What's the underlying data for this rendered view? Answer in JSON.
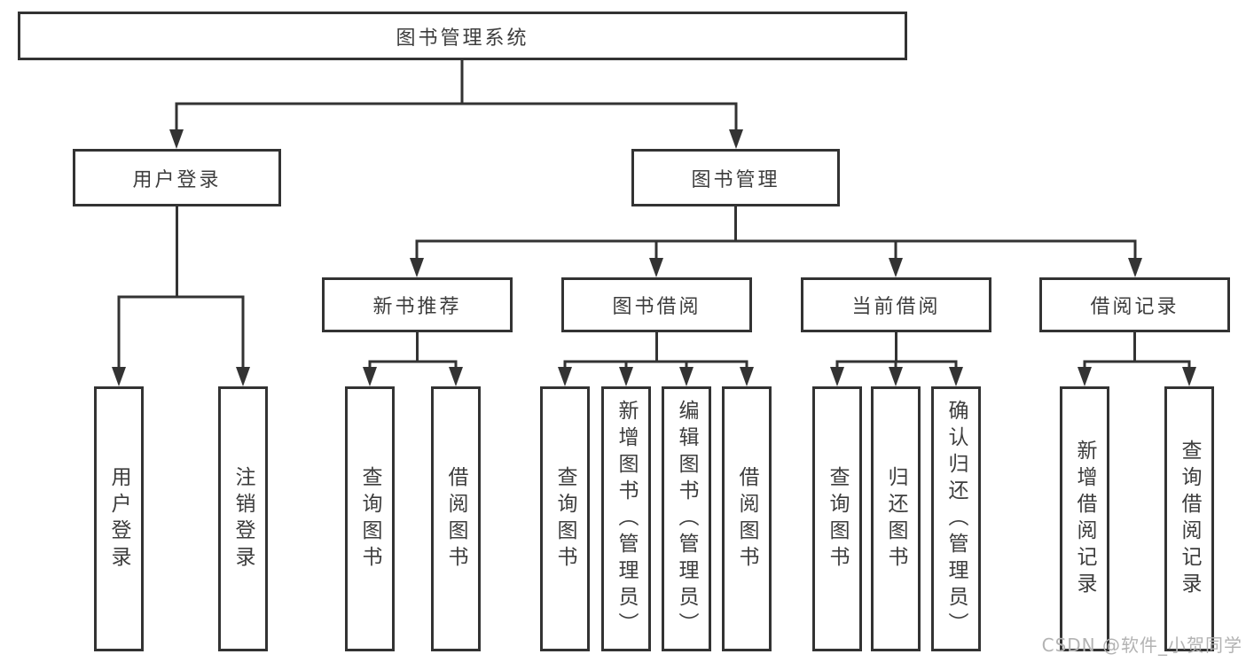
{
  "colors": {
    "line": "#333333",
    "box_border": "#333333",
    "text": "#3d3d3d",
    "watermark": "#b3b3b3",
    "background": "#ffffff"
  },
  "watermark": {
    "text": "CSDN @软件_小贺同学"
  },
  "diagram": {
    "type": "hierarchy-tree",
    "root": {
      "label": "图书管理系统"
    },
    "branches": {
      "user_login": {
        "label": "用户登录",
        "children": {
          "login": {
            "label": "用户登录"
          },
          "logout": {
            "label": "注销登录"
          }
        }
      },
      "book_management": {
        "label": "图书管理",
        "sections": {
          "new_book_recommend": {
            "label": "新书推荐",
            "children": {
              "query_books": {
                "label": "查询图书"
              },
              "borrow_books": {
                "label": "借阅图书"
              }
            }
          },
          "book_borrowing": {
            "label": "图书借阅",
            "children": {
              "query_books": {
                "label": "查询图书"
              },
              "add_books_admin": {
                "label": "新增图书（管理员）"
              },
              "edit_books_admin": {
                "label": "编辑图书（管理员）"
              },
              "borrow_books": {
                "label": "借阅图书"
              }
            }
          },
          "current_borrowing": {
            "label": "当前借阅",
            "children": {
              "query_books": {
                "label": "查询图书"
              },
              "return_books": {
                "label": "归还图书"
              },
              "confirm_return_admin": {
                "label": "确认归还（管理员）"
              }
            }
          },
          "borrowing_records": {
            "label": "借阅记录",
            "children": {
              "add_record": {
                "label": "新增借阅记录"
              },
              "query_record": {
                "label": "查询借阅记录"
              }
            }
          }
        }
      }
    }
  }
}
